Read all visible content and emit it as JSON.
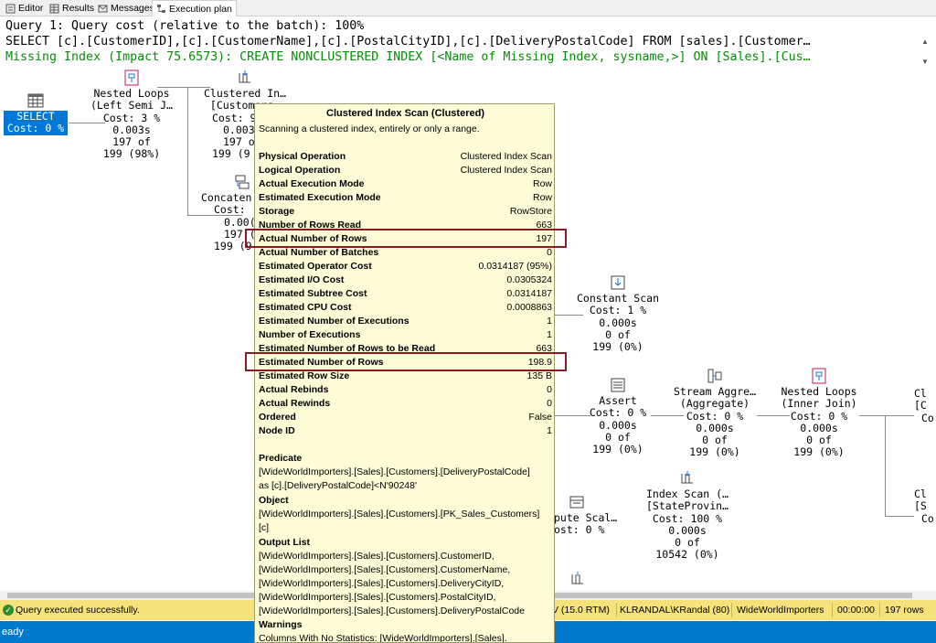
{
  "tabs": [
    {
      "label": "Editor",
      "icon": "editor-icon"
    },
    {
      "label": "Results",
      "icon": "results-grid-icon"
    },
    {
      "label": "Messages",
      "icon": "messages-icon"
    },
    {
      "label": "Execution plan",
      "icon": "execution-plan-icon",
      "active": true
    }
  ],
  "header": {
    "line1": "Query 1: Query cost (relative to the batch): 100%",
    "line2": "SELECT [c].[CustomerID],[c].[CustomerName],[c].[PostalCityID],[c].[DeliveryPostalCode] FROM [sales].[Customer…",
    "line3": "Missing Index (Impact 75.6573): CREATE NONCLUSTERED INDEX [<Name of Missing Index, sysname,>] ON [Sales].[Cus…",
    "line3_color": "#0a8a0a"
  },
  "plan": {
    "select": {
      "label": "SELECT",
      "cost": "Cost: 0 %"
    },
    "nested_loops_semi": {
      "l1": "Nested Loops",
      "l2": "(Left Semi J…",
      "l3": "Cost: 3 %",
      "l4": "0.003s",
      "l5": "197 of",
      "l6": "199 (98%)"
    },
    "clustered_top": {
      "l1": "Clustered In…",
      "l2": "[Customers…",
      "l3": "Cost: 9",
      "l4": "0.003",
      "l5": "197 o",
      "l6": "199 (9"
    },
    "concat": {
      "l1": "Concaten",
      "l2": "Cost:",
      "l3": "0.00(",
      "l4": "197 (",
      "l5": "199 (9"
    },
    "constant_scan": {
      "l1": "Constant Scan",
      "l2": "Cost: 1 %",
      "l3": "0.000s",
      "l4": "0 of",
      "l5": "199 (0%)"
    },
    "assert": {
      "l1": "Assert",
      "l2": "Cost: 0 %",
      "l3": "0.000s",
      "l4": "0 of",
      "l5": "199 (0%)"
    },
    "stream_agg": {
      "l1": "Stream Aggre…",
      "l2": "(Aggregate)",
      "l3": "Cost: 0 %",
      "l4": "0.000s",
      "l5": "0 of",
      "l6": "199 (0%)"
    },
    "nested_loops_inner": {
      "l1": "Nested Loops",
      "l2": "(Inner Join)",
      "l3": "Cost: 0 %",
      "l4": "0.000s",
      "l5": "0 of",
      "l6": "199 (0%)"
    },
    "edge_right_top": {
      "l1": "Cl",
      "l2": "[C",
      "l3": "Co"
    },
    "edge_right_bottom": {
      "l1": "Cl",
      "l2": "[S",
      "l3": "Co"
    },
    "index_scan": {
      "l1": "Index Scan (…",
      "l2": "[StateProvin…",
      "l3": "Cost: 100 %",
      "l4": "0.000s",
      "l5": "0 of",
      "l6": "10542 (0%)"
    },
    "compute_scalar": {
      "l1": "pute Scal…",
      "l2": "ost: 0 %"
    }
  },
  "tooltip": {
    "title": "Clustered Index Scan (Clustered)",
    "description": "Scanning a clustered index, entirely or only a range.",
    "properties": [
      {
        "label": "Physical Operation",
        "value": "Clustered Index Scan"
      },
      {
        "label": "Logical Operation",
        "value": "Clustered Index Scan"
      },
      {
        "label": "Actual Execution Mode",
        "value": "Row"
      },
      {
        "label": "Estimated Execution Mode",
        "value": "Row"
      },
      {
        "label": "Storage",
        "value": "RowStore"
      },
      {
        "label": "Number of Rows Read",
        "value": "663"
      },
      {
        "label": "Actual Number of Rows",
        "value": "197",
        "highlight": true
      },
      {
        "label": "Actual Number of Batches",
        "value": "0"
      },
      {
        "label": "Estimated Operator Cost",
        "value": "0.0314187 (95%)"
      },
      {
        "label": "Estimated I/O Cost",
        "value": "0.0305324"
      },
      {
        "label": "Estimated Subtree Cost",
        "value": "0.0314187"
      },
      {
        "label": "Estimated CPU Cost",
        "value": "0.0008863"
      },
      {
        "label": "Estimated Number of Executions",
        "value": "1"
      },
      {
        "label": "Number of Executions",
        "value": "1"
      },
      {
        "label": "Estimated Number of Rows to be Read",
        "value": "663"
      },
      {
        "label": "Estimated Number of Rows",
        "value": "198.9",
        "highlight": true
      },
      {
        "label": "Estimated Row Size",
        "value": "135 B"
      },
      {
        "label": "Actual Rebinds",
        "value": "0"
      },
      {
        "label": "Actual Rewinds",
        "value": "0"
      },
      {
        "label": "Ordered",
        "value": "False"
      },
      {
        "label": "Node ID",
        "value": "1"
      }
    ],
    "predicate": {
      "label": "Predicate",
      "lines": [
        "[WideWorldImporters].[Sales].[Customers].[DeliveryPostalCode]",
        "as [c].[DeliveryPostalCode]<N'90248'"
      ]
    },
    "object": {
      "label": "Object",
      "lines": [
        "[WideWorldImporters].[Sales].[Customers].[PK_Sales_Customers]",
        "[c]"
      ]
    },
    "output_list": {
      "label": "Output List",
      "lines": [
        "[WideWorldImporters].[Sales].[Customers].CustomerID,",
        "[WideWorldImporters].[Sales].[Customers].CustomerName,",
        "[WideWorldImporters].[Sales].[Customers].DeliveryCityID,",
        "[WideWorldImporters].[Sales].[Customers].PostalCityID,",
        "[WideWorldImporters].[Sales].[Customers].DeliveryPostalCode"
      ]
    },
    "warnings": {
      "label": "Warnings",
      "lines": [
        "Columns With No Statistics: [WideWorldImporters].[Sales]."
      ]
    },
    "highlight_color": "#8b1a22"
  },
  "status": {
    "message": "Query executed successfully.",
    "version": "V (15.0 RTM)",
    "user": "KLRANDAL\\KRandal (80)",
    "database": "WideWorldImporters",
    "time": "00:00:00",
    "rows": "197 rows"
  },
  "app_status": {
    "text": "eady"
  },
  "colors": {
    "status_bar": "#f5e27a",
    "app_bar": "#007acc",
    "select_highlight": "#0078d7"
  }
}
